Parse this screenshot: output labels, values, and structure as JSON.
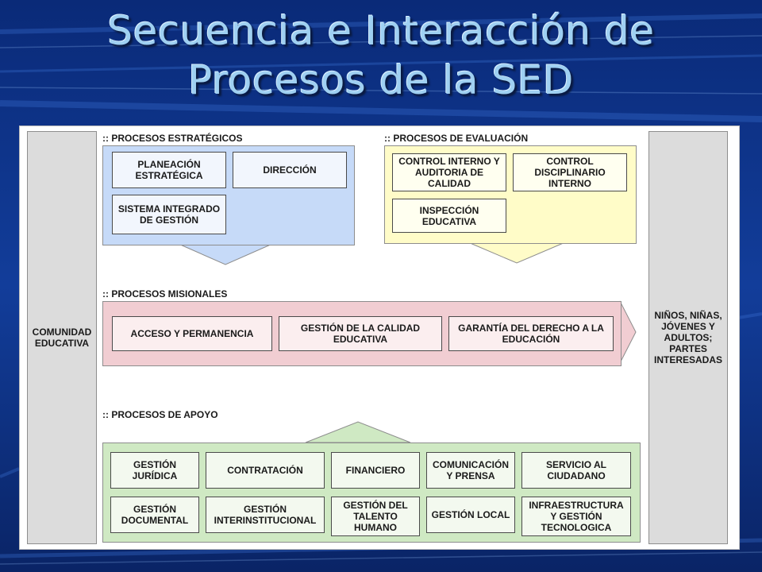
{
  "title": {
    "line1": "Secuencia e Interacción de",
    "line2": "Procesos de la SED"
  },
  "left_column": "COMUNIDAD EDUCATIVA",
  "right_column": "NIÑOS, NIÑAS, JÓVENES Y ADULTOS; PARTES INTERESADAS",
  "strategic": {
    "label": ":: PROCESOS ESTRATÉGICOS",
    "boxes": [
      "PLANEACIÓN ESTRATÉGICA",
      "DIRECCIÓN",
      "SISTEMA INTEGRADO DE GESTIÓN"
    ]
  },
  "evaluation": {
    "label": ":: PROCESOS DE EVALUACIÓN",
    "boxes": [
      "CONTROL INTERNO Y AUDITORIA DE CALIDAD",
      "CONTROL DISCIPLINARIO INTERNO",
      "INSPECCIÓN EDUCATIVA"
    ]
  },
  "missional": {
    "label": ":: PROCESOS MISIONALES",
    "boxes": [
      "ACCESO Y PERMANENCIA",
      "GESTIÓN DE LA CALIDAD EDUCATIVA",
      "GARANTÍA DEL DERECHO A LA EDUCACIÓN"
    ]
  },
  "support": {
    "label": ":: PROCESOS DE APOYO",
    "boxes": [
      "GESTIÓN JURÍDICA",
      "CONTRATACIÓN",
      "FINANCIERO",
      "COMUNICACIÓN Y PRENSA",
      "SERVICIO AL CIUDADANO",
      "GESTIÓN DOCUMENTAL",
      "GESTIÓN INTERINSTITUCIONAL",
      "GESTIÓN DEL TALENTO HUMANO",
      "GESTIÓN LOCAL",
      "INFRAESTRUCTURA Y GESTIÓN TECNOLOGICA"
    ]
  },
  "colors": {
    "strategic": "#c6daf8",
    "evaluation": "#fffcc8",
    "missional": "#f1cdd2",
    "support": "#cfe9c3"
  }
}
